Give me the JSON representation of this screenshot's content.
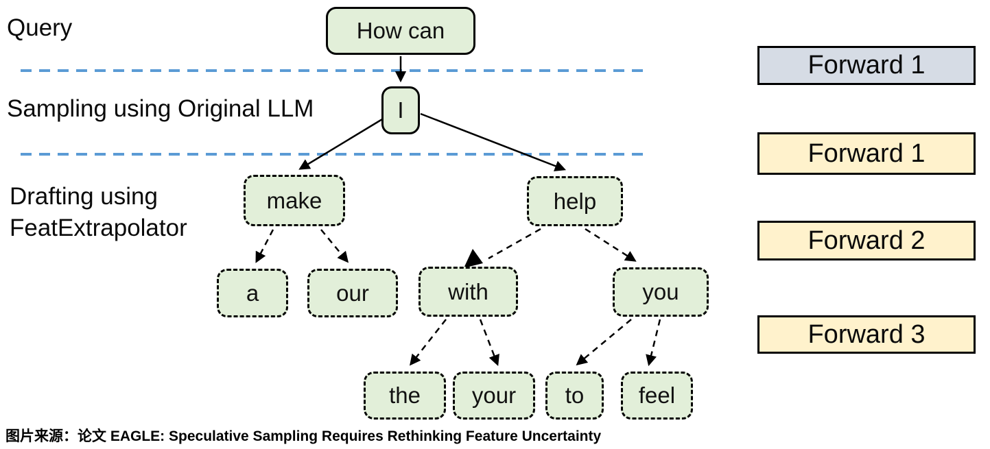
{
  "side_labels": {
    "query": "Query",
    "sampling": "Sampling using Original LLM",
    "drafting_line1": "Drafting using",
    "drafting_line2": "FeatExtrapolator"
  },
  "tree": {
    "nodes": [
      {
        "id": "how-can",
        "label": "How can",
        "border": "solid",
        "stage": "query"
      },
      {
        "id": "i",
        "label": "I",
        "border": "solid",
        "stage": "sampling-original-llm"
      },
      {
        "id": "make",
        "label": "make",
        "border": "dashed",
        "stage": "drafting-level-1"
      },
      {
        "id": "help",
        "label": "help",
        "border": "dashed",
        "stage": "drafting-level-1"
      },
      {
        "id": "a",
        "label": "a",
        "border": "dashed",
        "stage": "drafting-level-2"
      },
      {
        "id": "our",
        "label": "our",
        "border": "dashed",
        "stage": "drafting-level-2"
      },
      {
        "id": "with",
        "label": "with",
        "border": "dashed",
        "stage": "drafting-level-2"
      },
      {
        "id": "you",
        "label": "you",
        "border": "dashed",
        "stage": "drafting-level-2"
      },
      {
        "id": "the",
        "label": "the",
        "border": "dashed",
        "stage": "drafting-level-3"
      },
      {
        "id": "your",
        "label": "your",
        "border": "dashed",
        "stage": "drafting-level-3"
      },
      {
        "id": "to",
        "label": "to",
        "border": "dashed",
        "stage": "drafting-level-3"
      },
      {
        "id": "feel",
        "label": "feel",
        "border": "dashed",
        "stage": "drafting-level-3"
      }
    ],
    "edges": [
      {
        "from": "how-can",
        "to": "i",
        "style": "solid"
      },
      {
        "from": "i",
        "to": "make",
        "style": "solid"
      },
      {
        "from": "i",
        "to": "help",
        "style": "solid"
      },
      {
        "from": "make",
        "to": "a",
        "style": "dashed"
      },
      {
        "from": "make",
        "to": "our",
        "style": "dashed"
      },
      {
        "from": "help",
        "to": "with",
        "style": "dashed"
      },
      {
        "from": "help",
        "to": "you",
        "style": "dashed"
      },
      {
        "from": "with",
        "to": "the",
        "style": "dashed"
      },
      {
        "from": "with",
        "to": "your",
        "style": "dashed"
      },
      {
        "from": "you",
        "to": "to",
        "style": "dashed"
      },
      {
        "from": "you",
        "to": "feel",
        "style": "dashed"
      }
    ]
  },
  "forward_boxes": [
    {
      "label": "Forward 1",
      "fill": "#d6dce5"
    },
    {
      "label": "Forward 1",
      "fill": "#fff2cc"
    },
    {
      "label": "Forward 2",
      "fill": "#fff2cc"
    },
    {
      "label": "Forward 3",
      "fill": "#fff2cc"
    }
  ],
  "dividers": {
    "count": 2,
    "style": "dashed",
    "color": "#5b9bd5"
  },
  "caption": "图片来源：论文 EAGLE: Speculative Sampling Requires Rethinking Feature Uncertainty",
  "colors": {
    "node_fill": "#e2efd9",
    "node_border": "#000000",
    "divider_blue": "#5b9bd5",
    "forward_blue_fill": "#d6dce5",
    "forward_yellow_fill": "#fff2cc",
    "background": "#ffffff"
  }
}
